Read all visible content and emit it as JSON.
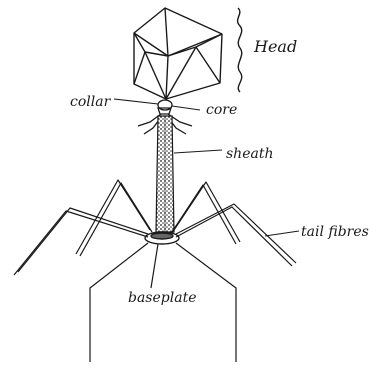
{
  "labels": {
    "head": "Head",
    "collar": "collar",
    "core": "core",
    "sheath": "sheath",
    "tail_fibres": "tail fibres",
    "baseplate": "baseplate"
  },
  "colors": {
    "ink": "#1a1a1a",
    "paper": "#ffffff"
  }
}
